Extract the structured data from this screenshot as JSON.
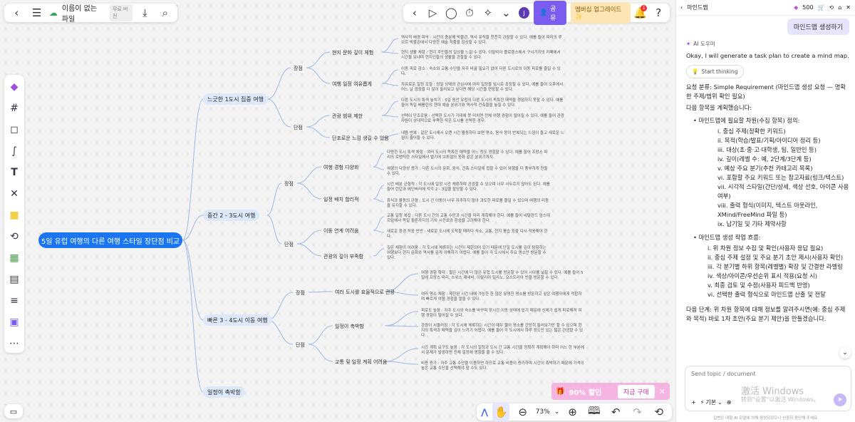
{
  "topbar": {
    "file_name": "이름이 없는 파일",
    "badge": "무료 버전",
    "share": "공유",
    "upgrade": "멤버십 업그레이드 ✨",
    "notif_count": "1"
  },
  "promo": {
    "discount": "90% 할인",
    "buy": "지금 구매"
  },
  "bottombar": {
    "zoom": "73%"
  },
  "mindmap": {
    "root": "5일 유럽 여행의 다른 여행 스타일 장단점 비교",
    "branches": [
      {
        "label": "느긋한 1도시 집중 여행",
        "sub": [
          {
            "label": "장점",
            "items": [
              {
                "label": "현지 문화 깊이 체험",
                "leaves": [
                  "역사적 배경 파악 : 시간이 충분해 박물관, 역사 유적을 천천히 관람할 수 있다. 예를 들어 파리의 루브르 박물관에서 다양한 예술 작품을 감상할 수 있다.",
                  "현지 생활 체험 : 현지 주민들의 일상을 느낄 수 있다. 이탈리아 플로렌스에서 구시가지의 카페에서 시간을 보내며 현지인들의 생활을 관찰할 수 있다."
                ]
              },
              {
                "label": "여행 일정 여유롭게",
                "leaves": [
                  "이동 피로 감소 : 숙소와 교통 수단을 자주 바꿀 필요가 없어 다른 도시로의 이동 피로를 줄일 수 있다.",
                  "자유로운 일정 조절 : 당일 상태와 관심사에 따라 일정을 임시로 조정할 수 있다. 예를 들어 오후에서 어느 날 광장을 더 많이 둘러보고 싶다면 해당 시간을 연장할 수 있다."
                ]
              }
            ]
          },
          {
            "label": "단점",
            "items": [
              {
                "label": "관광 범위 제한",
                "leaves": [
                  "다른 도시의 특색 놓치기 : 5일 동안 유럽의 다른 도시의 독특한 매력을 경험하지 못할 수 있다. 예를 들어 독일 베를린의 현대 예술 분위기와 역사적 건축물을 놓칠 수 있다.",
                  "선택이 단조로움 : 선택한 도시가 기대에 못 미치면 전체 여행 경험이 떨어질 수 있다. 예를 들어 관광 자원이 상대적으로 부족한 작은 도시를 선택한 경우."
                ]
              },
              {
                "label": "단조로운 느낌 생길 수 있음",
                "leaves": [
                  "내용 반복 : 같은 도시에서 오랜 시간 활동하다 보면 명소, 음식 등이 반복되는 느낌이 들고 새로운 느낌이 줄어들 수 있다."
                ]
              }
            ]
          }
        ]
      },
      {
        "label": "중간 2 - 3도시 여행",
        "sub": [
          {
            "label": "장점",
            "items": [
              {
                "label": "여행 경험 다양화",
                "leaves": [
                  "다양한 도시 특색 체험 : 여러 도시의 독특한 매력을 어느 정도 경험할 수 있다. 예를 들어 프랑스 파리의 로맨틱한 스타일에서 벨기에 브뤼셀의 동화 같은 분위기까지.",
                  "여행의 다양성 증가 : 다른 도시의 문화, 음식, 건축 스타일에 접할 수 있어 여행을 더 풍부하게 만들 수 있다."
                ]
              },
              {
                "label": "일정 배치 합리적",
                "leaves": [
                  "시간 배분 균형적 : 각 도시에 일정 시간 체류하며 관광할 수 있으며 너무 서두르지 않아도 된다. 예를 들어 런던과 에딘버러에 각각 2 - 3일을 할당할 수 있다.",
                  "휴식과 활동의 균형 : 도시 간 이동이 너무 자주하지 않아 과도한 피로를 줄일 수 있으며 여행의 리듬을 유지할 수 있다."
                ]
              }
            ]
          },
          {
            "label": "단점",
            "items": [
              {
                "label": "이동 연계 어려움",
                "leaves": [
                  "교통 일정 복잡 : 다른 도시 간의 교통 수단과 시간을 미리 계획해야 한다. 예를 들어 네덜란드 암스테르담에서 독일 쾰른까지의 기차 시간표와 환승을 고려해야 한다.",
                  "새로운 환경 적응 빈번 : 새로운 도시에 도착할 때마다 숙소, 교통, 현지 풍습 등을 다시 적응해야 한다."
                ]
              },
              {
                "label": "관광의 깊이 부족함",
                "leaves": [
                  "깊은 체험이 어려움 : 각 도시에 체류하는 시간이 제한되어 있기 때문에 단일 도시를 깊이 탐험하는 여행보다 현지 문화와 역사를 깊게 이해하기 어렵다. 예를 들어 각 도시에서 주요 명소만 방문할 수 있다."
                ]
              }
            ]
          }
        ]
      },
      {
        "label": "빠른 3 - 4도시 이동 여행",
        "sub": [
          {
            "label": "장점",
            "items": [
              {
                "label": "여러 도시를 효율적으로 관광",
                "leaves": [
                  "여행 경험 확대 : 짧은 시간에 더 많은 유럽 도시를 방문할 수 있어 시야를 넓힐 수 있다. 예를 들어 5일에 프랑스 파리, 스위스 제네바, 이탈리아 밀라노, 오스트리아 빈을 방문할 수 있다.",
                  "여러 명소 체험 : 제한된 시간 내에 가능한 한 많은 유명한 명소를 방문하고 싶은 여행자에게 적합하며 빠르게 여행 경험을 쌓을 수 있다."
                ]
              }
            ]
          },
          {
            "label": "단점",
            "items": [
              {
                "label": "일정이 촉박함",
                "leaves": [
                  "피로도 높음 : 자주 도시와 숙소를 바꾸며 장시간 이동 상태에 있기 때문에 신체가 쉽게 피로해져 여행 경험이 떨어질 수 있다.",
                  "관광이 서둘러짐 : 각 도시에 체류하는 시간이 매우 짧아 명소를 간단히 둘러보기만 할 수 있으며 현지의 특색과 매력을 깊이 느끼기 어렵다. 예를 들어 각 도시에서 하루 정도만 있는 짧은 관광할 수 있다."
                ]
              },
              {
                "label": "교통 및 일정 계획 어려움",
                "leaves": [
                  "시간 계획 요구도 높음 : 각 도시의 일정과 도시 간 교통 시간을 정확히 계획해야 하며 어느 한 부분에서 문제가 발생하면 전체 일정에 영향을 줄 수 있다.",
                  "비용 증가 : 자주 교통 수단을 이용하면 하므로 교통 비용이 증가하며 시간이 촉박하기 때문에 가격이 높은 교통 수단을 선택해야 할 수도 있다."
                ]
              }
            ]
          }
        ]
      },
      {
        "label": "일정이 촉박함",
        "sub": []
      }
    ]
  },
  "chat": {
    "title": "마인드맵",
    "credits": "500",
    "user_msg": "마인드맵 생성하기",
    "ai_name": "AI 도우미",
    "intro": "Okay, I will generate a task plan to create a mind map.",
    "thinking": "Start thinking",
    "p1": "요청 분류: Simple Requirement (마인드맵 생성 요청 — 명확한 주제/범위 확인 필요)",
    "p2": "다음 항목을 계획했습니다:",
    "b1": "마인드맵에 필요할 차원(수집 항목) 정의:",
    "list1": [
      "i. 중심 주제(정확한 키워드)",
      "ii. 목적(학습/발표/기획/아이디어 정리 등)",
      "iii. 대상(초·중·고·대학생, 팀, 일반인 등)",
      "iv. 깊이(레벨 수: 예, 2단계/3단계 등)",
      "v. 예상 주요 분기(추천 카테고리 목록)",
      "vi. 포함할 주요 키워드 또는 참고자료(링크/텍스트)",
      "vii. 시각적 스타일(간단/상세, 색상 선호, 아이콘 사용 여부)",
      "viii. 출력 형식(이미지, 텍스트 아웃라인, XMind/FreeMind 파일 등)",
      "ix. 납기일 및 기타 제약사항"
    ],
    "b2": "마인드맵 생성 작업 흐름:",
    "list2": [
      "i. 위 차원 정보 수집 및 확인(사용자 응답 필요)",
      "ii. 중심 주제 설정 및 주요 분기 초안 제시(사용자 확인)",
      "iii. 각 분기별 하위 항목(레벨별) 확장 및 간결한 라벨링",
      "iv. 색상/아이콘/우선순위 표시 적용(요청 시)",
      "v. 최종 검토 및 수정(사용자 피드백 반영)",
      "vi. 선택한 출력 형식으로 마인드맵 산출 및 전달"
    ],
    "p3": "다음 단계: 위 차원 항목에 대해 정보를 알려주시면(예: 중심 주제와 목적) 바로 1차 초안(주요 분기 제안)을 만들겠습니다.",
    "input_placeholder": "Send topic / document",
    "watermark1": "激活 Windows",
    "watermark2": "转到\"设置\"以激活 Windows。",
    "mode": "기본",
    "footnote": "답변은 대형 AI 모델에 의해 생성되었으니 신중히 판단해 주세요."
  }
}
